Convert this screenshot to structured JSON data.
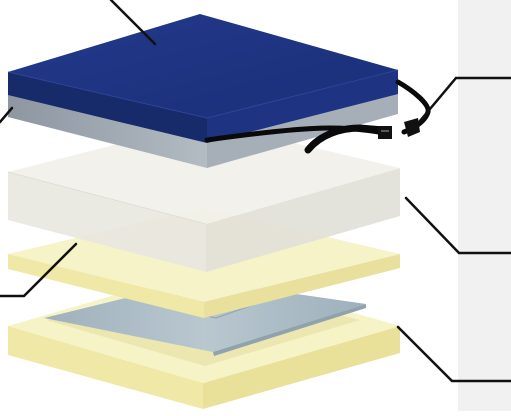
{
  "diagram": {
    "layers": [
      {
        "name": "cover",
        "color_top": "#1f3580",
        "color_front": "#172a6a",
        "color_side": "#223a88"
      },
      {
        "name": "base-foam-strip",
        "color_front": "#8f99a4",
        "color_side": "#a8b1ba"
      },
      {
        "name": "translucent-foam-layer",
        "color_top": "#efefe9",
        "color_front": "#e7e6de"
      },
      {
        "name": "yellow-foam-layer",
        "color_top": "#f6f3c6",
        "color_front": "#efe9a6"
      },
      {
        "name": "gel-sheet",
        "color_top": "#a9bac4"
      },
      {
        "name": "yellow-base-frame",
        "color_top": "#f6f2c3",
        "color_front": "#efe8a8"
      }
    ],
    "panel_color": "#f1f1f1",
    "leader_color": "#111111"
  }
}
